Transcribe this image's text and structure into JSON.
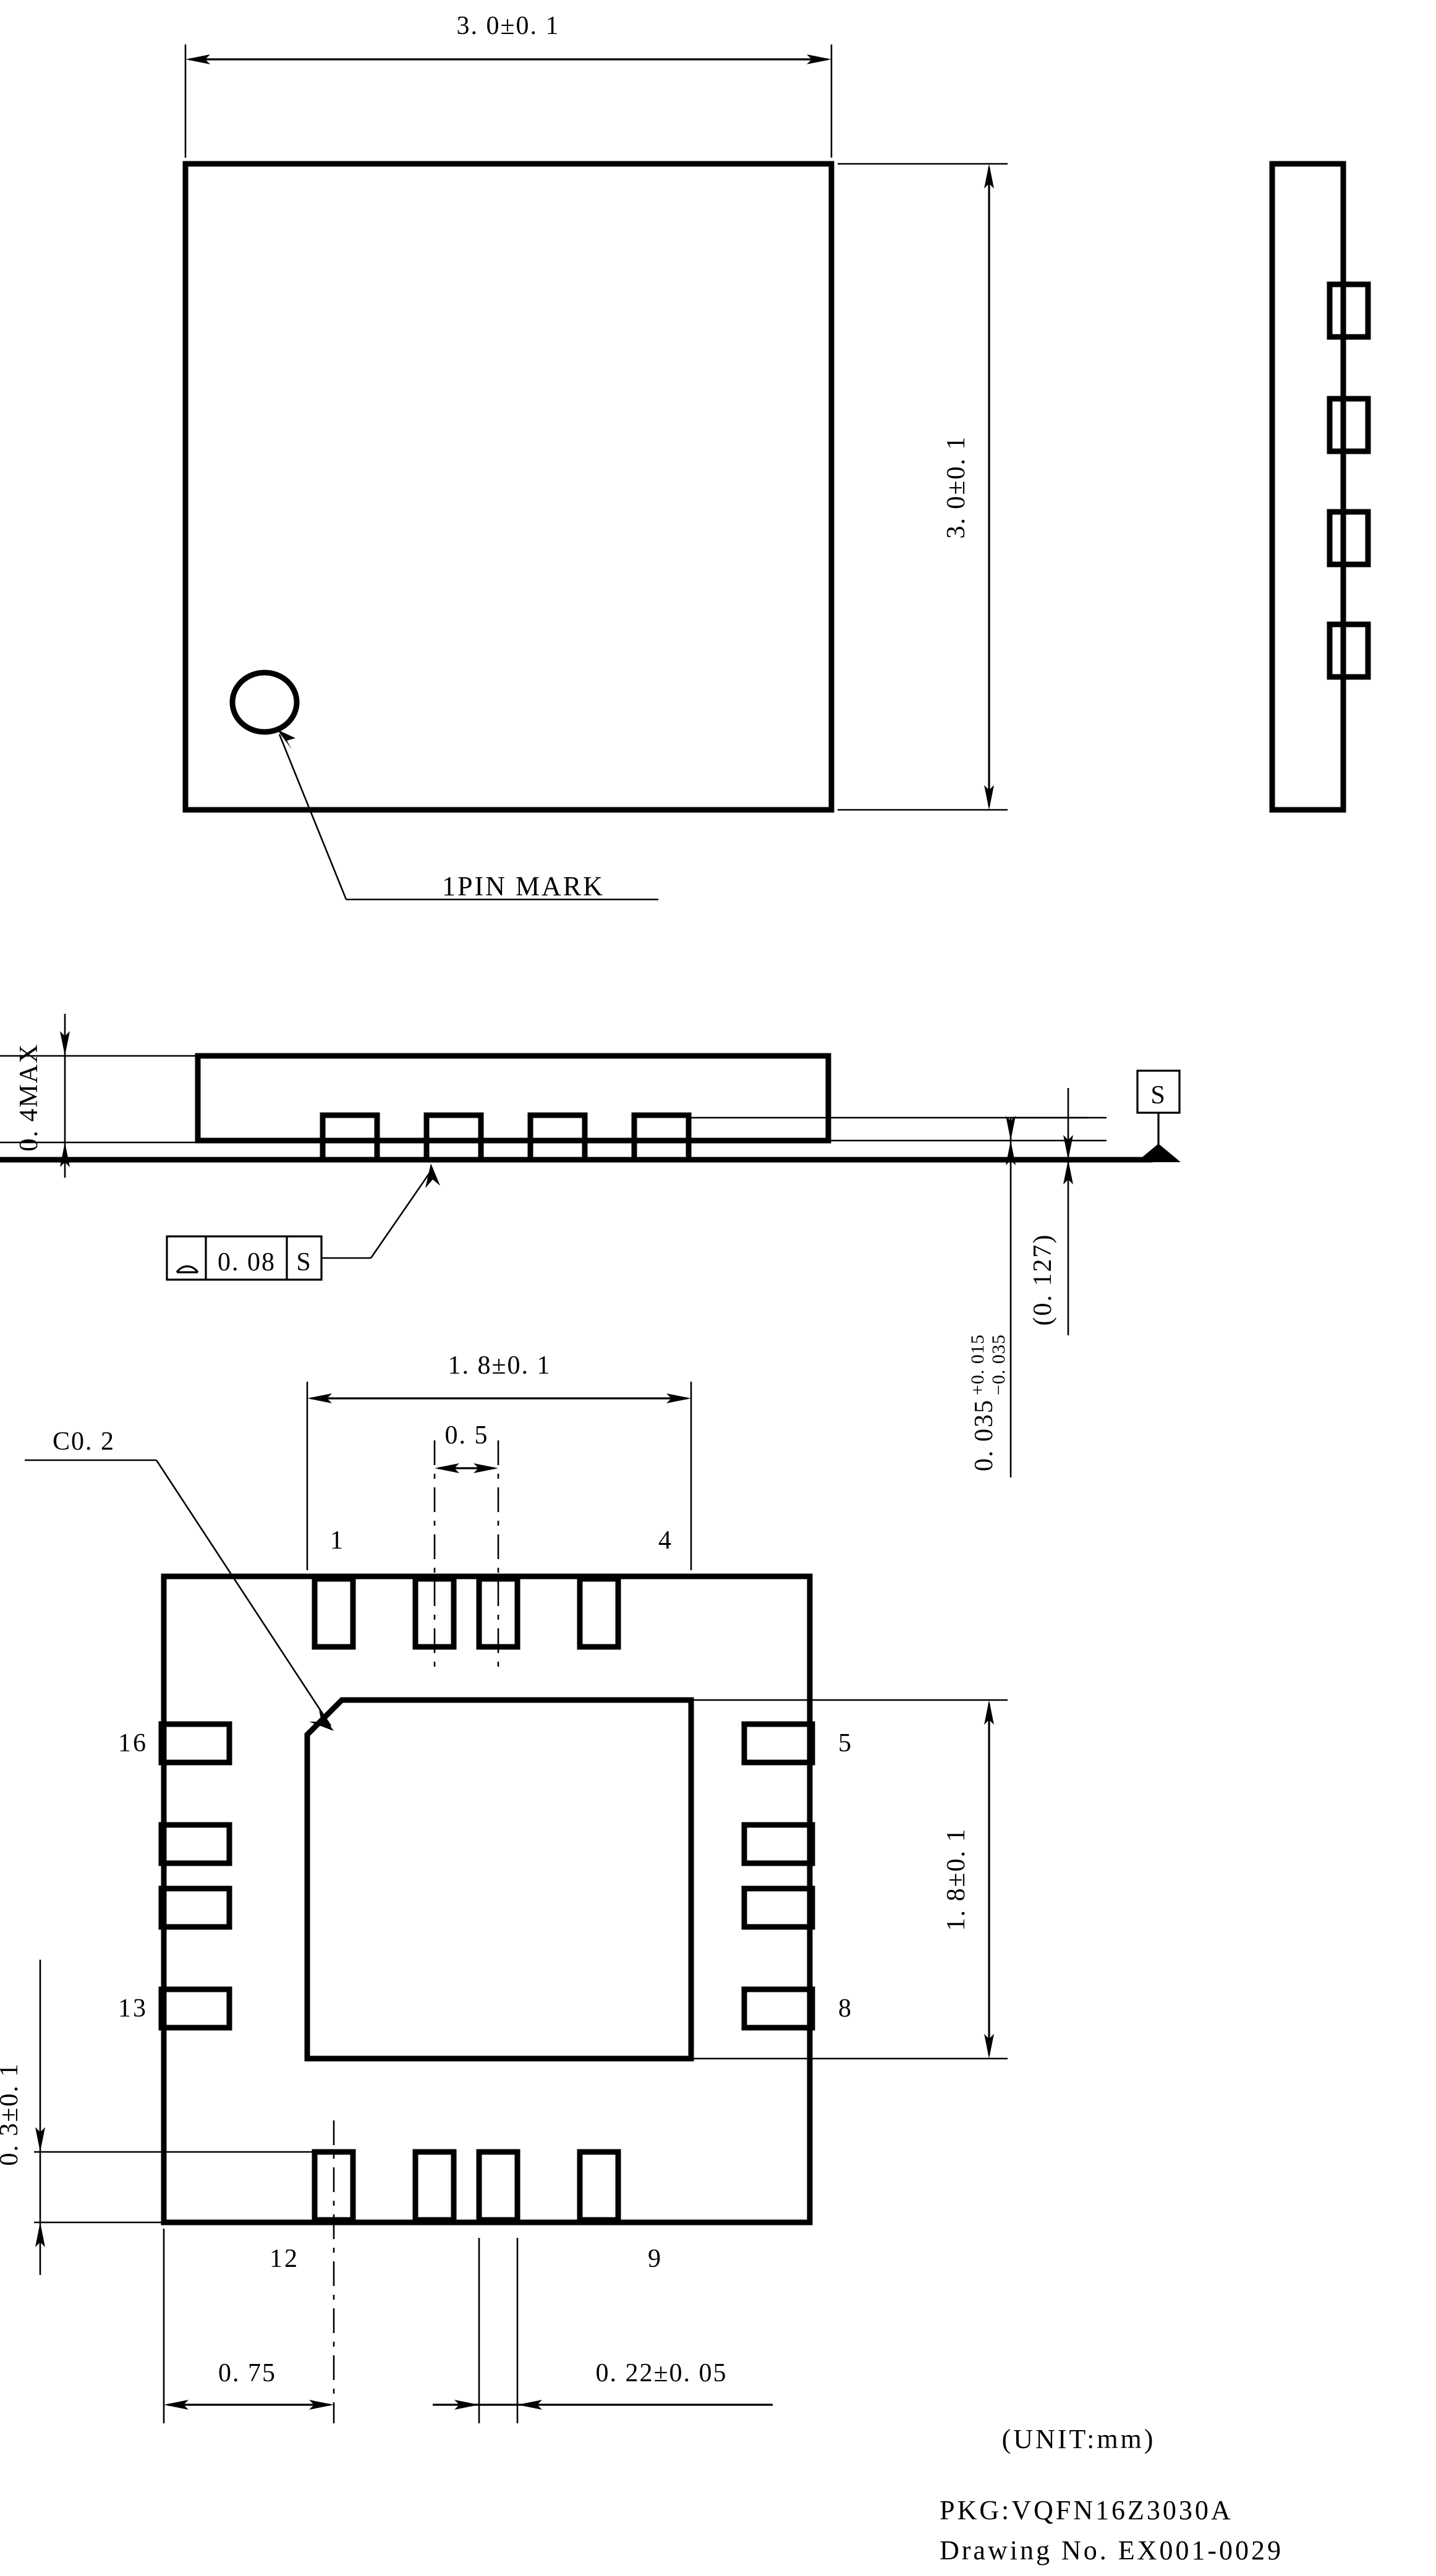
{
  "drawing": {
    "unit_note": "(UNIT:mm)",
    "package_label": "PKG:VQFN16Z3030A",
    "drawing_no_label": "Drawing No. EX001-0029"
  },
  "top_view": {
    "width_dim": "3. 0±0. 1",
    "height_dim": "3. 0±0. 1",
    "pin1_mark_label": "1PIN MARK"
  },
  "side_view": {
    "height_dim": "0. 4MAX",
    "standoff_dim": "0. 035",
    "standoff_tol_upper": "+0. 015",
    "standoff_tol_lower": "−0. 035",
    "ref_dim": "(0. 127)",
    "datum_label": "S",
    "gdt_tolerance": "0. 08",
    "gdt_datum": "S",
    "gdt_symbol": "coplanarity"
  },
  "bottom_view": {
    "pad_span_x_dim": "1. 8±0. 1",
    "pad_span_y_dim": "1. 8±0. 1",
    "pitch_dim": "0. 5",
    "pad_length_dim": "0. 3±0. 1",
    "corner_offset_dim": "0. 75",
    "pad_width_dim": "0. 22±0. 05",
    "chamfer_label": "C0. 2",
    "pin_numbers": {
      "top_left": "1",
      "top_right": "4",
      "right_top": "5",
      "right_bottom": "8",
      "bottom_right": "9",
      "bottom_left": "12",
      "left_bottom": "13",
      "left_top": "16"
    }
  },
  "colors": {
    "line": "#000000",
    "background": "#ffffff"
  }
}
